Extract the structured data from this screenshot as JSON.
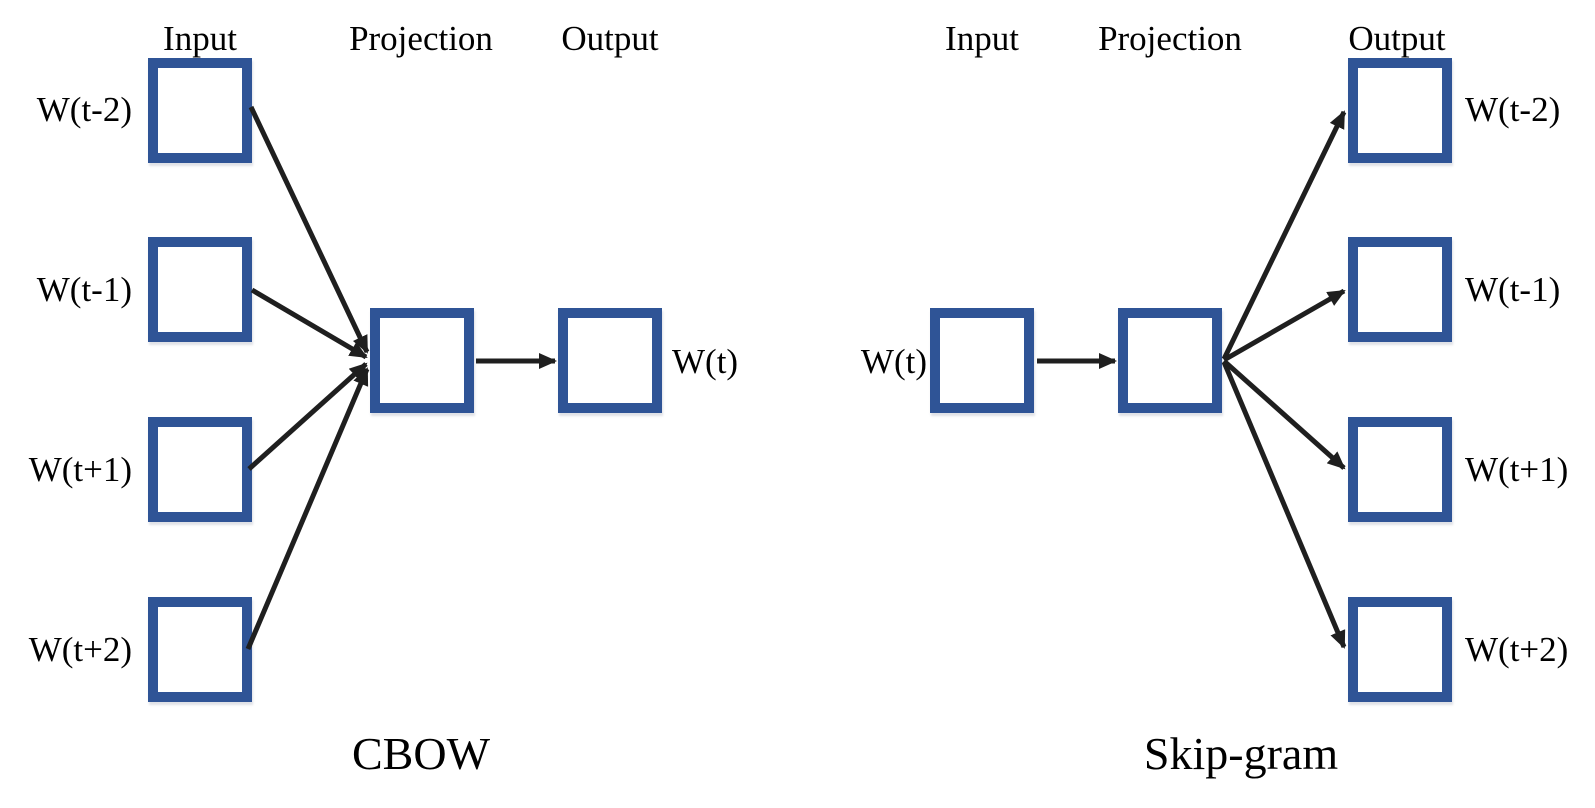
{
  "figure": {
    "background": "#FFFFFF",
    "box_border_color": "#2F5496",
    "arrow_color": "#1F1F1F",
    "text_color": "#000000"
  },
  "cbow": {
    "caption": "CBOW",
    "headers": {
      "input": "Input",
      "projection": "Projection",
      "output": "Output"
    },
    "input_labels": [
      "W(t-2)",
      "W(t-1)",
      "W(t+1)",
      "W(t+2)"
    ],
    "output_label": "W(t)"
  },
  "skipgram": {
    "caption": "Skip-gram",
    "headers": {
      "input": "Input",
      "projection": "Projection",
      "output": "Output"
    },
    "input_label": "W(t)",
    "output_labels": [
      "W(t-2)",
      "W(t-1)",
      "W(t+1)",
      "W(t+2)"
    ]
  }
}
